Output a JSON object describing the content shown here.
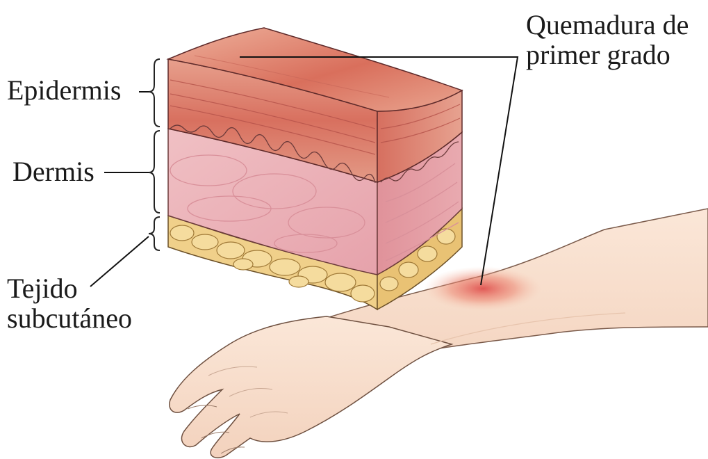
{
  "labels": {
    "epidermis": "Epidermis",
    "dermis": "Dermis",
    "subcutaneous_line1": "Tejido",
    "subcutaneous_line2": "subcutáneo",
    "burn_line1": "Quemadura de",
    "burn_line2": "primer grado"
  },
  "colors": {
    "epidermis": "#d97c6a",
    "epidermis_top": "#e9a48f",
    "burn_center": "#e0524f",
    "dermis": "#e9aab2",
    "dermis_side": "#e08e93",
    "fat": "#f0d08a",
    "fat_outline": "#b99046",
    "skin_arm": "#f7ddcb",
    "outline": "#3a3a3a",
    "leader": "#111111"
  }
}
